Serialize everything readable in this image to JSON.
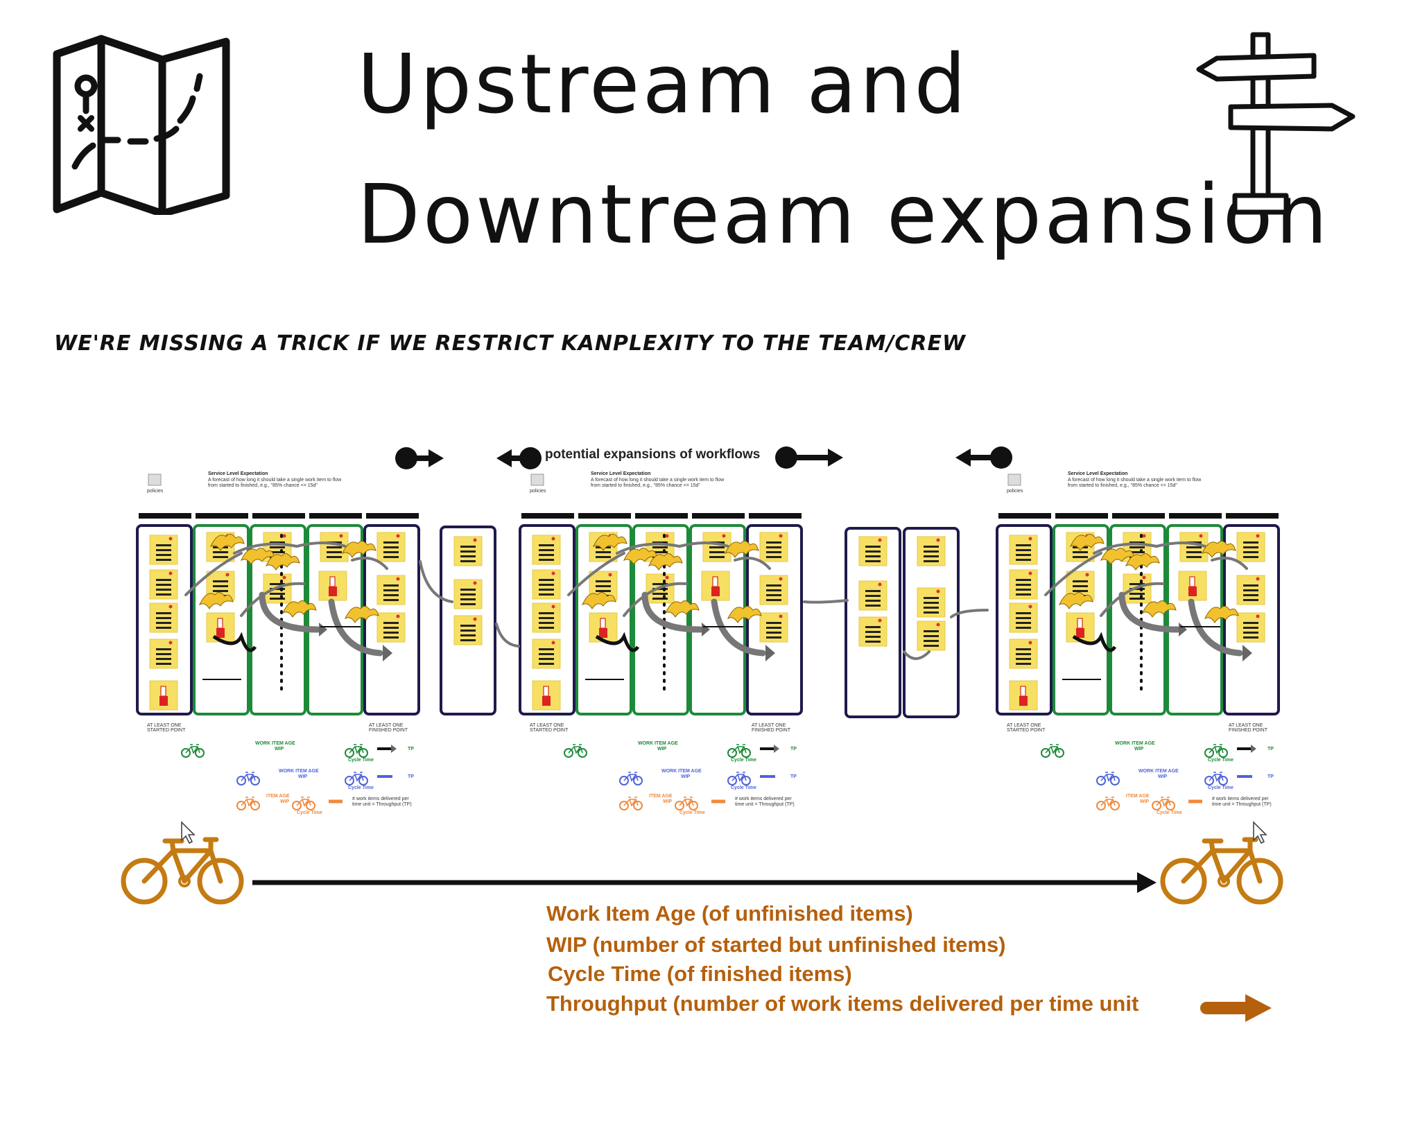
{
  "title": {
    "line1": "Upstream and",
    "line2": "Downtream expansion"
  },
  "subtitle": "WE'RE MISSING A TRICK IF WE RESTRICT KANPLEXITY TO THE TEAM/CREW",
  "diagram": {
    "expansion_label": "potential expansions of workflows",
    "board_texts": {
      "policies": "policies",
      "sle_title": "Service Level Expectation",
      "sle_body1": "A forecast of how long it should take a single work item to flow",
      "sle_body2": "from started to finished, e.g., \"85% chance <= 15d\"",
      "start_point1": "AT LEAST ONE",
      "start_point2": "STARTED POINT",
      "finish_point1": "AT LEAST ONE",
      "finish_point2": "FINISHED POINT",
      "work_item_age": "WORK ITEM AGE",
      "wip": "WIP",
      "item_age": "ITEM AGE",
      "cycle_time": "Cycle Time",
      "tp": "TP",
      "tp_desc1": "# work items delivered per",
      "tp_desc2": "time unit = Throughput (TP)"
    }
  },
  "metrics": [
    "Work Item Age (of unfinished items)",
    "WIP (number of started but unfinished items)",
    "Cycle Time (of finished items)",
    "Throughput (number of work items delivered per time unit"
  ],
  "colors": {
    "bike_orange": "#c47b12",
    "metric_text": "#b5600c",
    "column_green": "#1d8a3a",
    "column_navy": "#1e1b4b",
    "sticky": "#f6df63",
    "legend_blue": "#4f63d8",
    "legend_orange": "#f08a3c"
  },
  "icons": [
    "map-icon",
    "signpost-icon",
    "bicycle-icon",
    "arrow-right-icon",
    "arrow-left-icon",
    "banana-peel-icon",
    "policies-icon"
  ]
}
